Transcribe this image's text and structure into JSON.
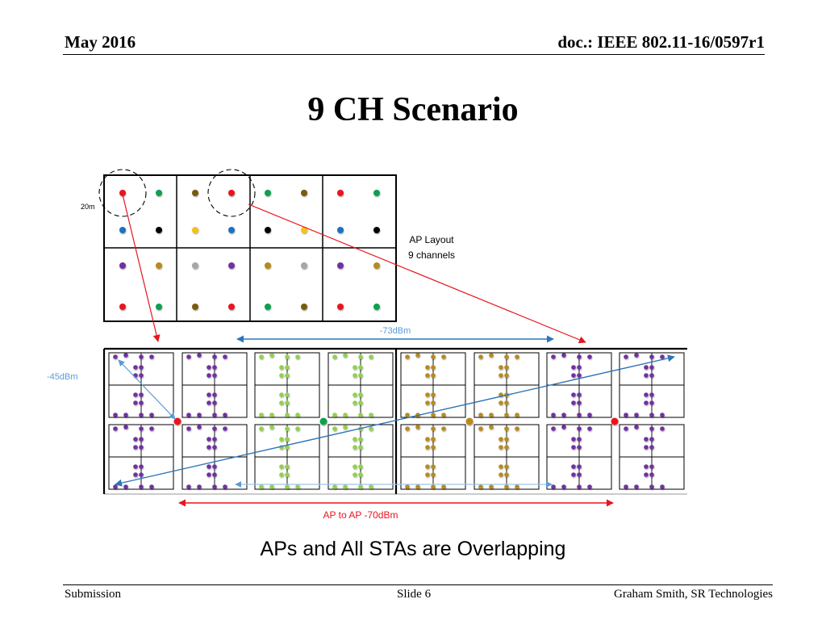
{
  "header": {
    "date": "May 2016",
    "doc": "doc.: IEEE 802.11-16/0597r1"
  },
  "slide": {
    "title": "9 CH Scenario",
    "caption": "APs and All STAs are Overlapping"
  },
  "footer": {
    "left": "Submission",
    "center": "Slide 6",
    "right": "Graham Smith, SR Technologies"
  },
  "diagram": {
    "radius_label": "20m",
    "ap_layout_label_line1": "AP Layout",
    "ap_layout_label_line2": "9 channels",
    "sta_sta_label": "-73dBm",
    "ap_sta_label": "-45dBm",
    "ap_ap_label": "AP to AP -70dBm",
    "colors": {
      "red": "#e8141e",
      "green": "#10a050",
      "brown": "#7a5a10",
      "blue": "#1a72c0",
      "black": "#000000",
      "yellow": "#f2c21a",
      "purple": "#7030a0",
      "gold": "#b88a1e",
      "gray": "#a6a6a6",
      "light_green": "#92d050",
      "dark_gold": "#b58b22",
      "arrow_red": "#e8141e",
      "arrow_blue": "#2f75b6"
    },
    "ap_grid": [
      [
        "red",
        "green",
        "brown",
        "red",
        "green",
        "brown",
        "red",
        "green"
      ],
      [
        "blue",
        "black",
        "yellow",
        "blue",
        "black",
        "yellow",
        "blue",
        "black"
      ],
      [
        "purple",
        "gold",
        "gray",
        "purple",
        "gold",
        "gray",
        "purple",
        "gold"
      ],
      [
        "red",
        "green",
        "brown",
        "red",
        "green",
        "brown",
        "red",
        "green"
      ]
    ],
    "sta_block_colors": [
      "purple",
      "purple",
      "light_green",
      "light_green",
      "dark_gold",
      "dark_gold",
      "purple",
      "purple"
    ],
    "center_aps": [
      "red",
      "green",
      "gold",
      "red"
    ]
  }
}
